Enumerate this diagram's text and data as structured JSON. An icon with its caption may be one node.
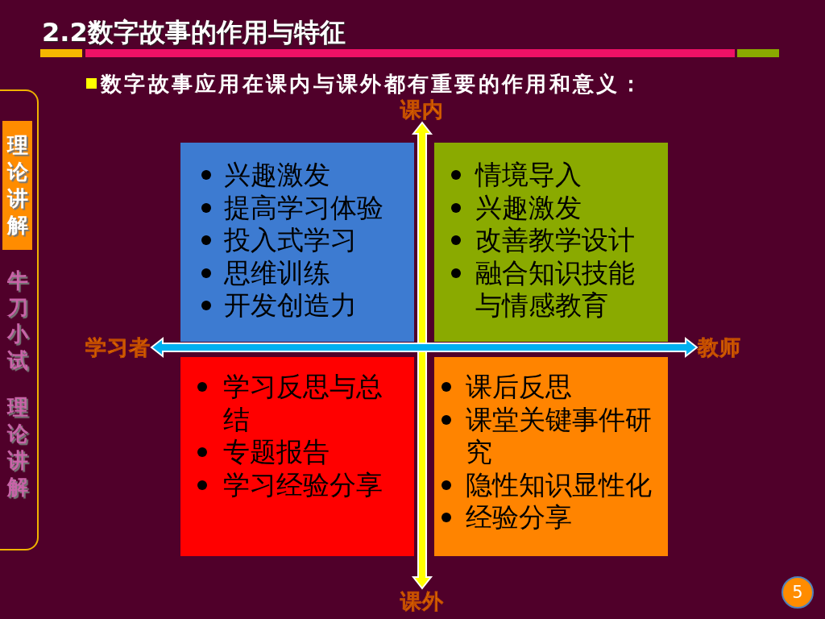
{
  "diagram": {
    "title": "2.2数字故事的作用与特征",
    "nodes": [
      {
        "text": [
          "牛刀小试",
          "理论讲解"
        ]
      },
      {
        "text": [
          "理论讲解"
        ],
        "in": 0
      },
      {
        "text": [
          "课内"
        ]
      },
      {
        "text": [
          "兴趣激发",
          "提高学习体验",
          "投入式学习",
          "思维训练",
          "开发创造力"
        ]
      },
      {
        "text": [
          "情境导入",
          "兴趣激发",
          "改善教学设计",
          "融合知识技能与情感教育"
        ]
      },
      {
        "text": [
          "学习者"
        ]
      },
      {
        "text": [
          "教师"
        ]
      },
      {
        "text": [
          "学习反思与总结",
          "专题报告",
          "学习经验分享"
        ]
      },
      {
        "text": [
          "课后反思",
          "课堂关键事件研究",
          "隐性知识显性化",
          "经验分享"
        ]
      },
      {
        "text": [
          "课外"
        ]
      },
      {
        "text": [
          "5"
        ]
      }
    ],
    "edges": [
      {
        "from": 2,
        "to": 9,
        "arrow": "both",
        "color": "#ffff00"
      },
      {
        "from": 5,
        "to": 6,
        "arrow": "both",
        "color": "#00b0f0"
      }
    ],
    "labels": [
      "数字故事应用在课内与课外都有重要的作用和意义："
    ]
  }
}
